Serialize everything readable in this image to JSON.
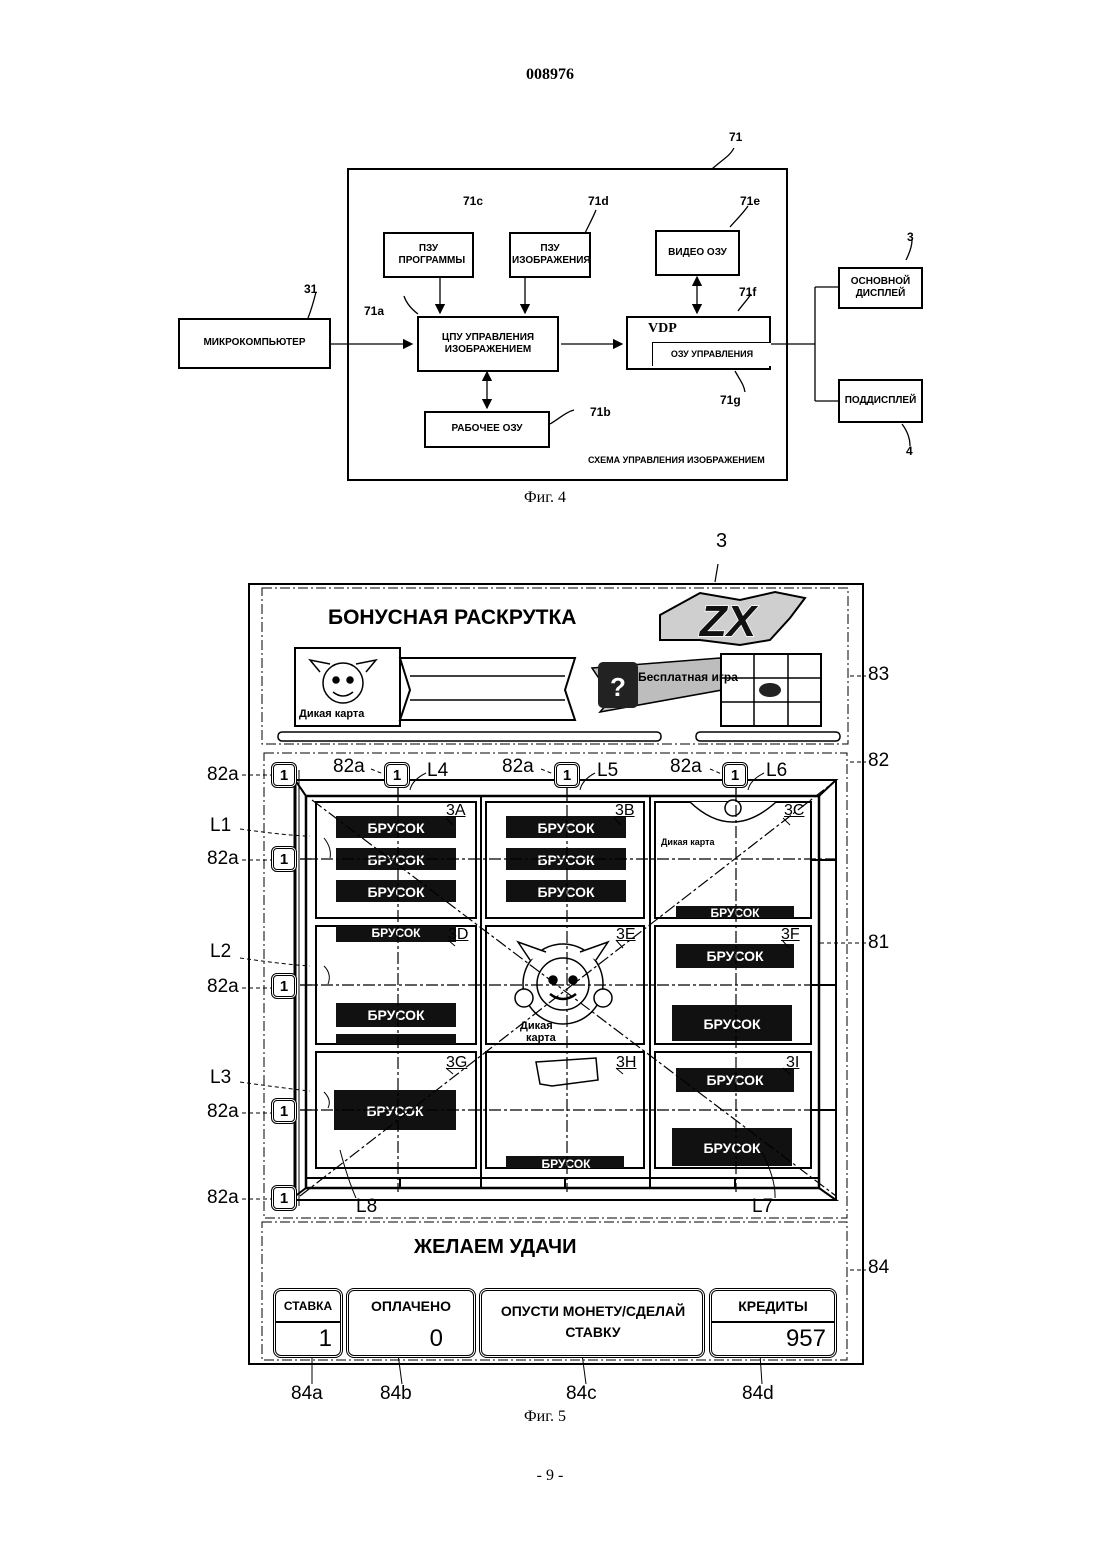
{
  "header": {
    "doc_number": "008976"
  },
  "fig4": {
    "caption": "Фиг. 4",
    "ref_circuit": "71",
    "circuit_title": "СХЕМА УПРАВЛЕНИЯ ИЗОБРАЖЕНИЕМ",
    "rom_program": {
      "label": "ПЗУ ПРОГРАММЫ",
      "ref": "71c"
    },
    "rom_image": {
      "label": "ПЗУ ИЗОБРАЖЕНИЯ",
      "ref": "71d"
    },
    "video_ram": {
      "label": "ВИДЕО ОЗУ",
      "ref": "71e"
    },
    "cpu": {
      "label": "ЦПУ УПРАВЛЕНИЯ ИЗОБРАЖЕНИЕМ",
      "ref": "71a"
    },
    "vdp": {
      "label": "VDP",
      "ref": "71f"
    },
    "control_ram": {
      "label": "ОЗУ УПРАВЛЕНИЯ",
      "ref": "71g"
    },
    "work_ram": {
      "label": "РАБОЧЕЕ ОЗУ",
      "ref": "71b"
    },
    "microcomputer": {
      "label": "МИКРОКОМПЬЮТЕР",
      "ref": "31"
    },
    "main_display": {
      "label": "ОСНОВНОЙ ДИСПЛЕЙ",
      "ref": "3"
    },
    "sub_display": {
      "label": "ПОДДИСПЛЕЙ",
      "ref": "4"
    }
  },
  "fig5": {
    "caption": "Фиг. 5",
    "ref_display": "3",
    "title": "БОНУСНАЯ РАСКРУТКА",
    "logo": "ZX",
    "wild_card": "Дикая карта",
    "wild_card_split": [
      "Дикая",
      "карта"
    ],
    "free_game": "Бесплатная игра",
    "question_mark": "?",
    "bar_label": "БРУСОК",
    "cells": [
      "3A",
      "3B",
      "3C",
      "3D",
      "3E",
      "3F",
      "3G",
      "3H",
      "3I"
    ],
    "lines": [
      "L1",
      "L2",
      "L3",
      "L4",
      "L5",
      "L6",
      "L7",
      "L8"
    ],
    "pill_value": "1",
    "ref_pill": "82a",
    "ref_pill_area": "82",
    "ref_reels": "81",
    "ref_top_area": "83",
    "ref_bottom_area": "84",
    "message": "ЖЕЛАЕМ УДАЧИ",
    "bet": {
      "label": "СТАВКА",
      "value": "1",
      "ref": "84a"
    },
    "paid": {
      "label": "ОПЛАЧЕНО",
      "value": "0",
      "ref": "84b"
    },
    "insert_coin": {
      "label": "ОПУСТИ МОНЕТУ/СДЕЛАЙ СТАВКУ",
      "ref": "84c"
    },
    "credits": {
      "label": "КРЕДИТЫ",
      "value": "957",
      "ref": "84d"
    }
  },
  "footer": {
    "page": "- 9 -"
  }
}
